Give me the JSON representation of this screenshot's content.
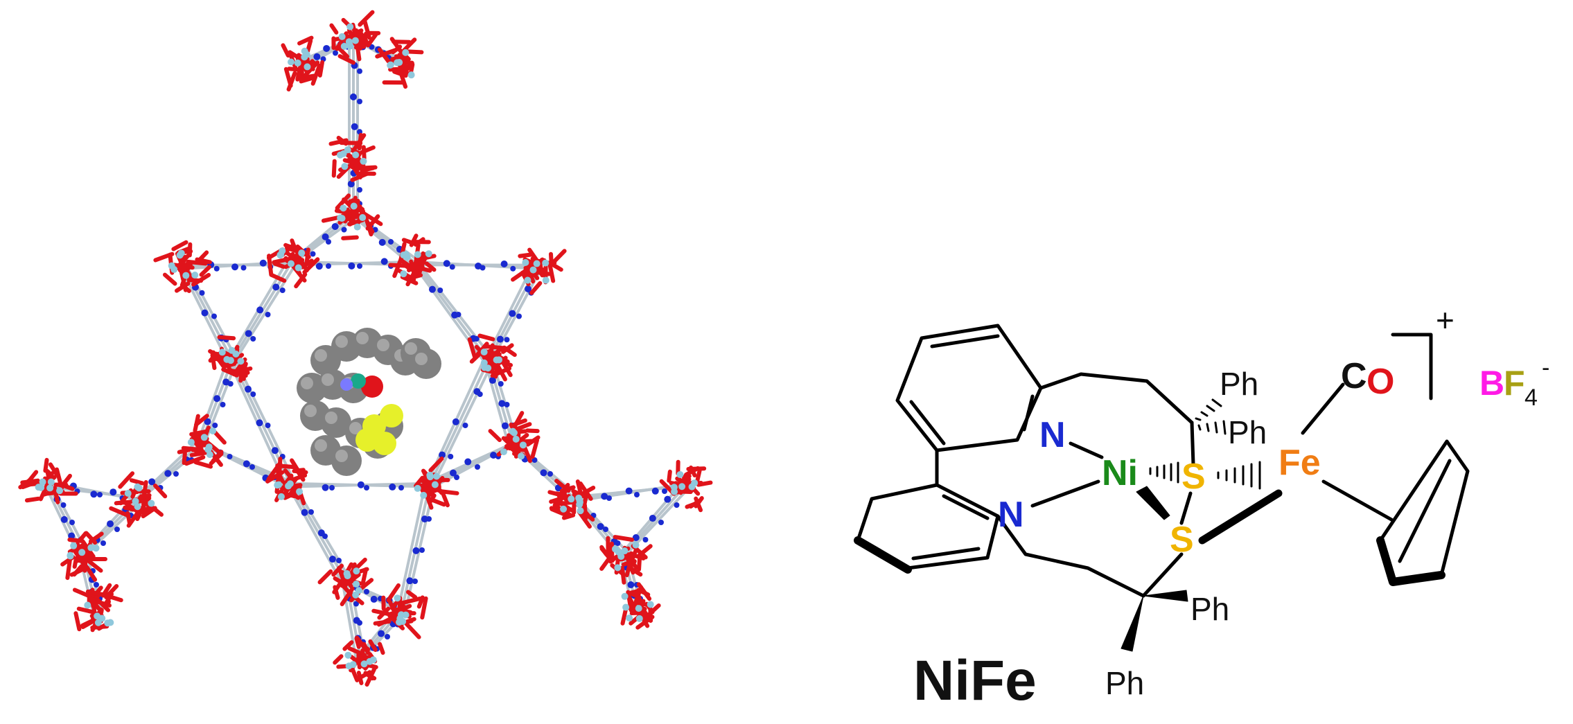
{
  "structure": {
    "atoms": {
      "n_top": "N",
      "n_bottom": "N",
      "ni": "Ni",
      "s_top": "S",
      "s_bottom": "S",
      "fe": "Fe",
      "co_c": "C",
      "co_o": "O"
    },
    "substituents": {
      "ph_top1": "Ph",
      "ph_top2": "Ph",
      "ph_bottom1": "Ph",
      "ph_bottom2": "Ph"
    },
    "charge": "+",
    "counterion": {
      "b": "B",
      "f": "F",
      "sub": "4",
      "sup": "-"
    },
    "compound_label": "NiFe"
  },
  "colors": {
    "oxygen": "#e0141b",
    "carbon_frame": "#b8c4cc",
    "metal_node": "#8fc8dc",
    "nitrogen": "#1a2ad0",
    "sphere_gray": "#808080",
    "sphere_yellow": "#e6f02a",
    "ni_green": "#1a8a1a",
    "s_yellow": "#f0b400",
    "fe_orange": "#f07d14",
    "b_magenta": "#ff1ae6",
    "f_olive": "#a8a014",
    "bond": "#000000"
  }
}
